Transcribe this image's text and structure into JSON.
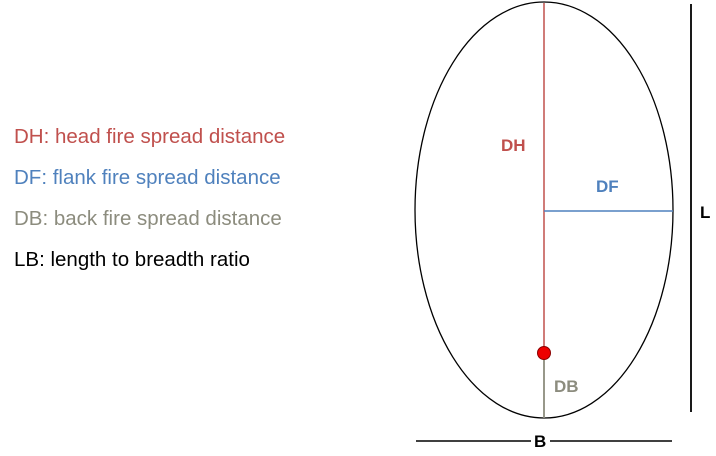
{
  "legend": {
    "items": [
      {
        "key": "dh",
        "text": "DH: head fire spread distance",
        "color": "#c0504d"
      },
      {
        "key": "df",
        "text": "DF: flank fire spread distance",
        "color": "#4f81bd"
      },
      {
        "key": "db",
        "text": "DB: back fire spread distance",
        "color": "#8c8c7e"
      },
      {
        "key": "lb",
        "text": "LB: length to breadth ratio",
        "color": "#000000"
      }
    ]
  },
  "diagram": {
    "labels": {
      "dh": "DH",
      "df": "DF",
      "db": "DB",
      "length": "L",
      "breadth": "B"
    },
    "colors": {
      "head": "#c0504d",
      "flank": "#4f81bd",
      "back": "#8c8c7e",
      "outline": "#000000",
      "ignition": "#ee0000"
    }
  }
}
